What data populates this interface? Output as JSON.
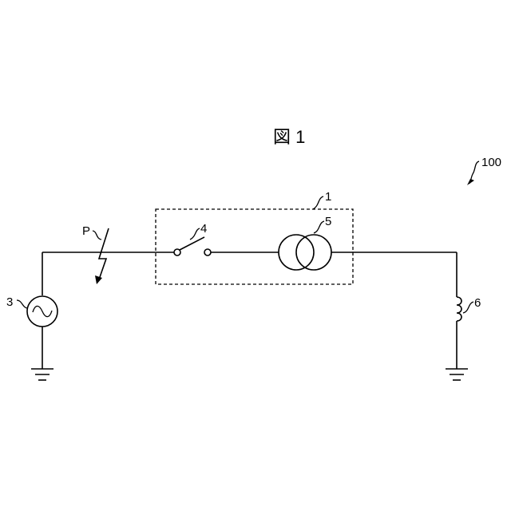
{
  "figure_title": "図 1",
  "labels": {
    "system": "100",
    "unit": "1",
    "source": "3",
    "breaker": "4",
    "transformer": "5",
    "load": "6",
    "fault": "P"
  }
}
